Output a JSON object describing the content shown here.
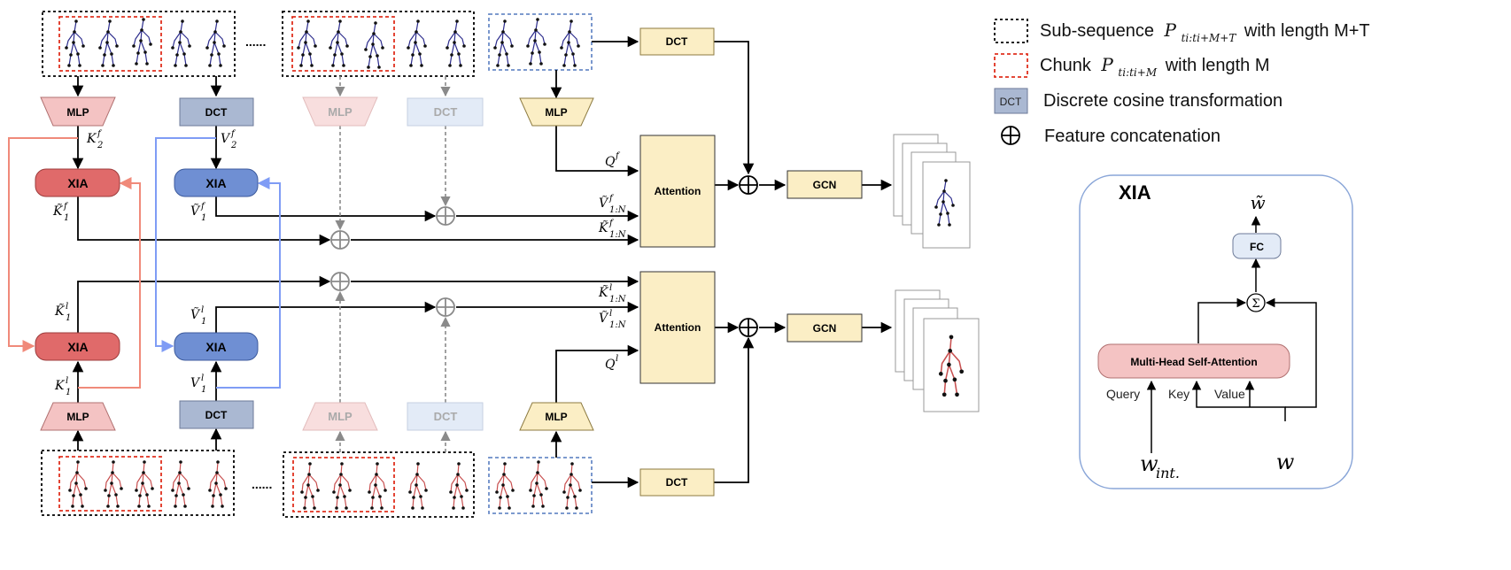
{
  "legend": {
    "subsequence": {
      "prefix": "Sub-sequence",
      "symbol": "P",
      "sub": "ti:ti+M+T",
      "suffix": "with length M+T"
    },
    "chunk": {
      "prefix": "Chunk",
      "symbol": "P",
      "sub": "ti:ti+M",
      "suffix": "with length M"
    },
    "dct": {
      "box": "DCT",
      "text": "Discrete cosine transformation"
    },
    "concat": {
      "text": "Feature concatenation"
    }
  },
  "blocks": {
    "mlp": "MLP",
    "dct": "DCT",
    "xia": "XIA",
    "attention": "Attention",
    "gcn": "GCN",
    "ellipsis": "......"
  },
  "symbols": {
    "K2f": {
      "base": "K",
      "sup": "f",
      "sub": "2"
    },
    "V2f": {
      "base": "V",
      "sup": "f",
      "sub": "2"
    },
    "K1f_t": {
      "base": "K̃",
      "sup": "f",
      "sub": "1"
    },
    "V1f_t": {
      "base": "Ṽ",
      "sup": "f",
      "sub": "1"
    },
    "K1l_t": {
      "base": "K̃",
      "sup": "l",
      "sub": "1"
    },
    "V1l_t": {
      "base": "Ṽ",
      "sup": "l",
      "sub": "1"
    },
    "K1l": {
      "base": "K",
      "sup": "l",
      "sub": "1"
    },
    "V1l": {
      "base": "V",
      "sup": "l",
      "sub": "1"
    },
    "Qf": {
      "base": "Q",
      "sup": "f"
    },
    "Ql": {
      "base": "Q",
      "sup": "l"
    },
    "V1Nf": {
      "base": "Ṽ",
      "sup": "f",
      "sub": "1:N"
    },
    "K1Nf": {
      "base": "K̃",
      "sup": "f",
      "sub": "1:N"
    },
    "K1Nl": {
      "base": "K̃",
      "sup": "l",
      "sub": "1:N"
    },
    "V1Nl": {
      "base": "Ṽ",
      "sup": "l",
      "sub": "1:N"
    }
  },
  "xia_detail": {
    "title": "XIA",
    "fc": "FC",
    "mhsa": "Multi-Head Self-Attention",
    "query": "Query",
    "key": "Key",
    "value": "Value",
    "sigma": "Σ",
    "out": "w̃",
    "w_int": {
      "base": "w",
      "sub": "int."
    },
    "w": "w"
  },
  "colors": {
    "mlp_pink": "#f4c3c3",
    "mlp_yellow": "#fbeec5",
    "dct_blue": "#aab8d2",
    "xia_red": "#e06a6a",
    "xia_blue": "#6f8fd3",
    "attention_fill": "#fbeec5",
    "red_line": "#f08a7a",
    "blue_line": "#7f9cf5",
    "faded_mlp": "#f8dede",
    "faded_dct": "#e3ebf7",
    "skeleton_blue": "#2c2c8c",
    "skeleton_red": "#c85050"
  }
}
